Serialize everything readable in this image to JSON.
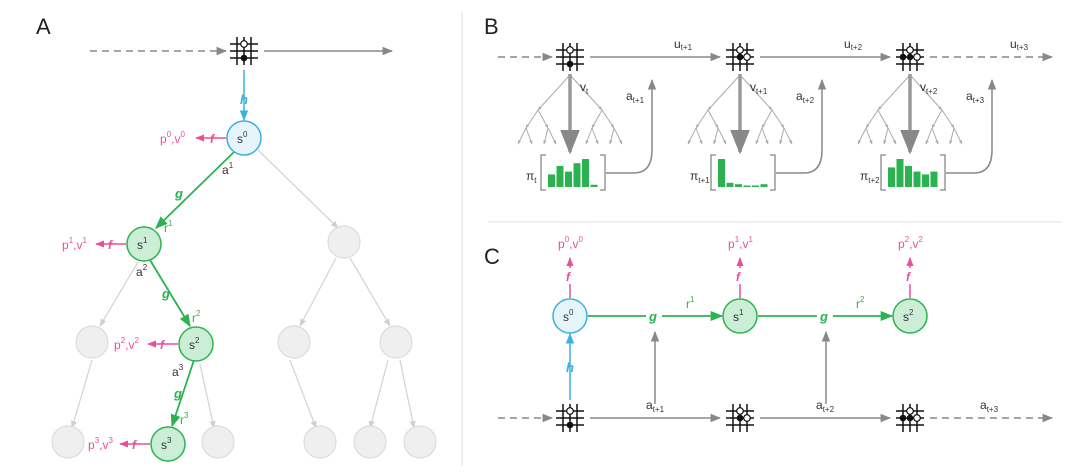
{
  "panels": {
    "a": "A",
    "b": "B",
    "c": "C"
  },
  "fn": {
    "h": "h",
    "g": "g",
    "f": "f"
  },
  "colors": {
    "pink": "#e8509b",
    "green": "#2bb34f",
    "blue": "#3ab0e0",
    "gray": "#888888",
    "light": "#d8d8d8"
  },
  "panelA": {
    "states": {
      "s0": "s",
      "s1": "s",
      "s2": "s",
      "s3": "s"
    },
    "stateSup": {
      "s0": "0",
      "s1": "1",
      "s2": "2",
      "s3": "3"
    },
    "outputs": {
      "o0": "p",
      "o0b": "0",
      "o0c": ",v",
      "o0d": "0",
      "o1": "p",
      "o1b": "1",
      "o1c": ",v",
      "o1d": "1",
      "o2": "p",
      "o2b": "2",
      "o2c": ",v",
      "o2d": "2",
      "o3": "p",
      "o3b": "3",
      "o3c": ",v",
      "o3d": "3"
    },
    "actions": {
      "a1": "a",
      "a1s": "1",
      "a2": "a",
      "a2s": "2",
      "a3": "a",
      "a3s": "3"
    },
    "rewards": {
      "r1": "r",
      "r1s": "1",
      "r2": "r",
      "r2s": "2",
      "r3": "r",
      "r3s": "3"
    }
  },
  "panelB": {
    "u": [
      {
        "b": "u",
        "s": "t+1"
      },
      {
        "b": "u",
        "s": "t+2"
      },
      {
        "b": "u",
        "s": "t+3"
      }
    ],
    "v": [
      {
        "b": "v",
        "s": "t"
      },
      {
        "b": "v",
        "s": "t+1"
      },
      {
        "b": "v",
        "s": "t+2"
      }
    ],
    "a": [
      {
        "b": "a",
        "s": "t+1"
      },
      {
        "b": "a",
        "s": "t+2"
      },
      {
        "b": "a",
        "s": "t+3"
      }
    ],
    "pi": [
      {
        "b": "π",
        "s": "t"
      },
      {
        "b": "π",
        "s": "t+1"
      },
      {
        "b": "π",
        "s": "t+2"
      }
    ],
    "policy_bars": [
      [
        0.45,
        0.75,
        0.55,
        0.85,
        1.0,
        0.08
      ],
      [
        1.0,
        0.15,
        0.1,
        0.05,
        0.05,
        0.1
      ],
      [
        0.7,
        1.0,
        0.75,
        0.55,
        0.45,
        0.55
      ]
    ]
  },
  "panelC": {
    "states": [
      {
        "b": "s",
        "s": "0"
      },
      {
        "b": "s",
        "s": "1"
      },
      {
        "b": "s",
        "s": "2"
      }
    ],
    "outputs": [
      {
        "b": "p",
        "s": "0",
        "c": ",v",
        "d": "0"
      },
      {
        "b": "p",
        "s": "1",
        "c": ",v",
        "d": "1"
      },
      {
        "b": "p",
        "s": "2",
        "c": ",v",
        "d": "2"
      }
    ],
    "rewards": [
      {
        "b": "r",
        "s": "1"
      },
      {
        "b": "r",
        "s": "2"
      }
    ],
    "actions": [
      {
        "b": "a",
        "s": "t+1"
      },
      {
        "b": "a",
        "s": "t+2"
      },
      {
        "b": "a",
        "s": "t+3"
      }
    ]
  }
}
